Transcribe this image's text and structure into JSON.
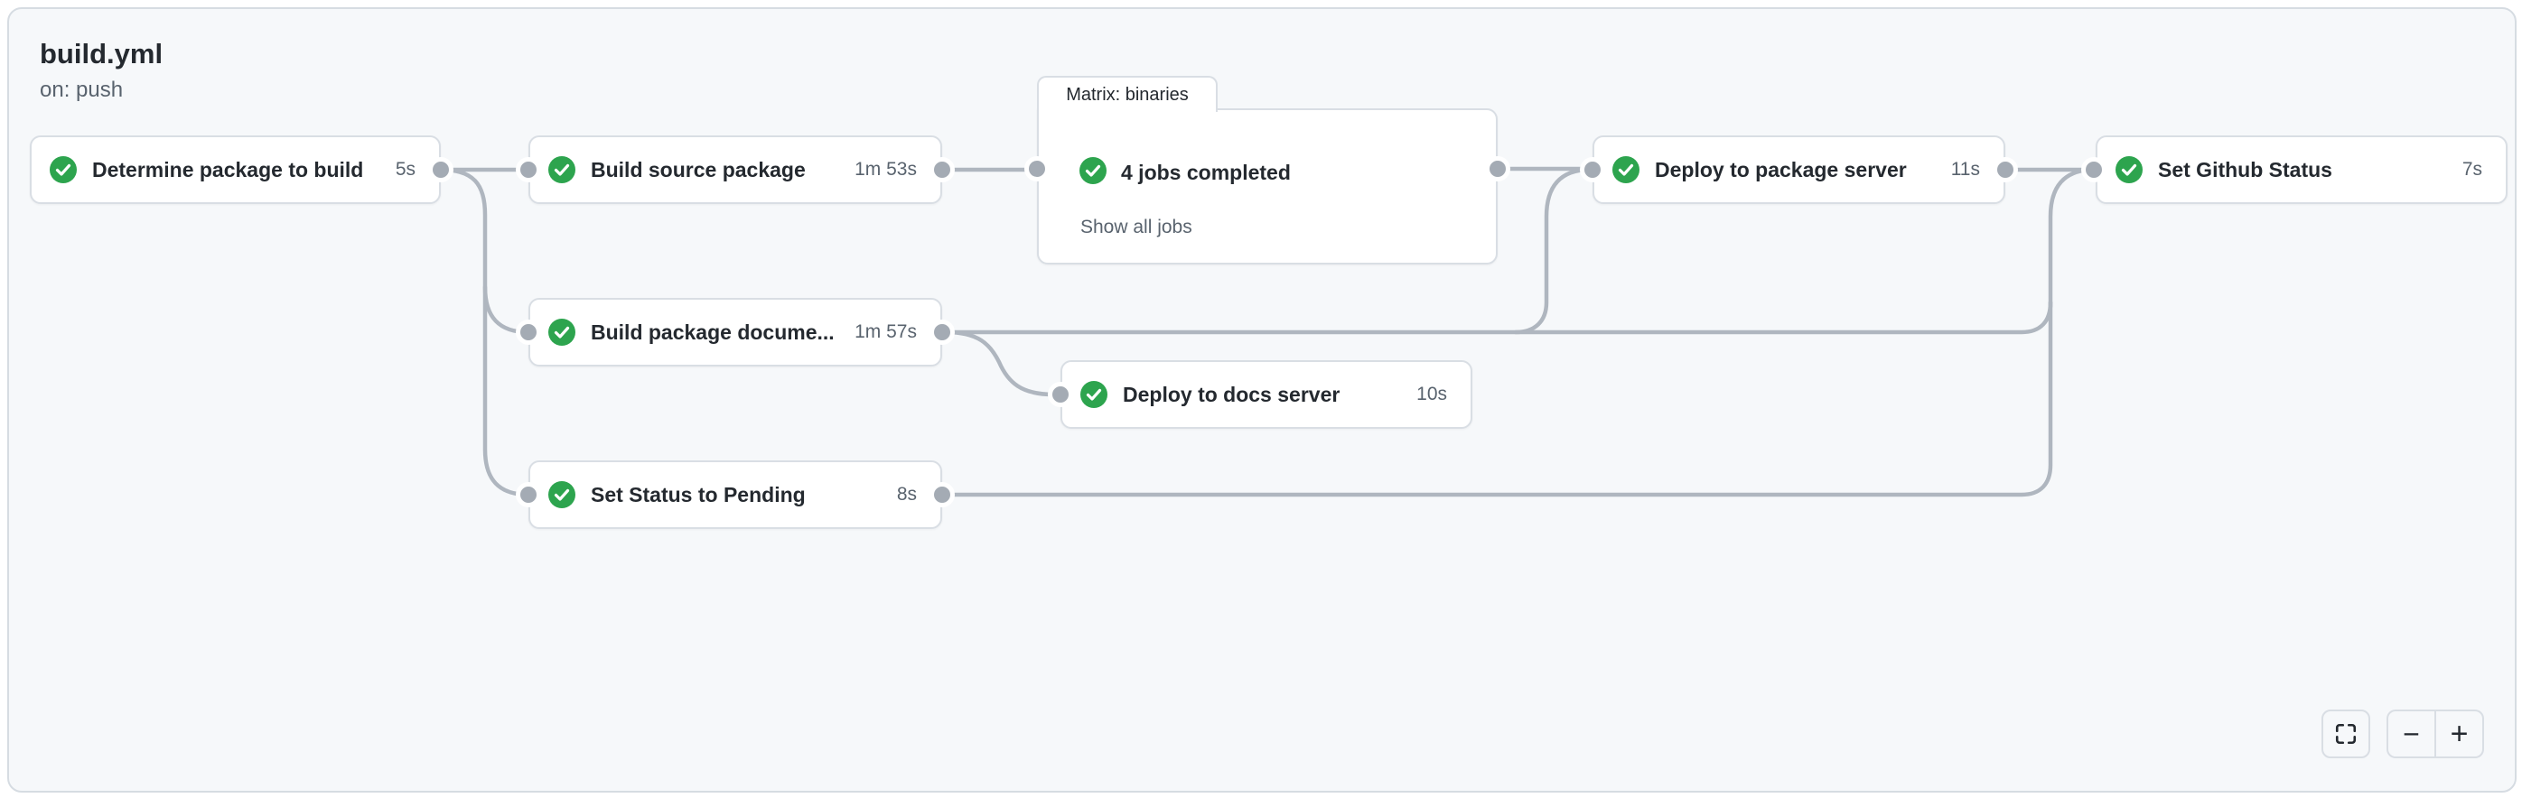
{
  "header": {
    "title": "build.yml",
    "trigger": "on: push"
  },
  "nodes": [
    {
      "label": "Determine package to build",
      "duration": "5s",
      "status": "success"
    },
    {
      "label": "Build source package",
      "duration": "1m 53s",
      "status": "success"
    },
    {
      "label": "Deploy to package server",
      "duration": "11s",
      "status": "success"
    },
    {
      "label": "Set Github Status",
      "duration": "7s",
      "status": "success"
    },
    {
      "label": "Build package docume...",
      "duration": "1m 57s",
      "status": "success"
    },
    {
      "label": "Deploy to docs server",
      "duration": "10s",
      "status": "success"
    },
    {
      "label": "Set Status to Pending",
      "duration": "8s",
      "status": "success"
    }
  ],
  "matrix": {
    "tab_label": "Matrix: binaries",
    "summary": "4 jobs completed",
    "link_label": "Show all jobs",
    "status": "success"
  },
  "controls": {
    "fullscreen_icon": "fullscreen",
    "zoom_out_label": "−",
    "zoom_in_label": "+"
  },
  "colors": {
    "panel_background": "#f6f8fa",
    "node_background": "#ffffff",
    "node_border": "#d9dee4",
    "success_green": "#2da44e",
    "connector_line": "#afb6bf",
    "connector_dot": "#a4abb4",
    "primary_text": "#24292f",
    "muted_text": "#59636e"
  }
}
